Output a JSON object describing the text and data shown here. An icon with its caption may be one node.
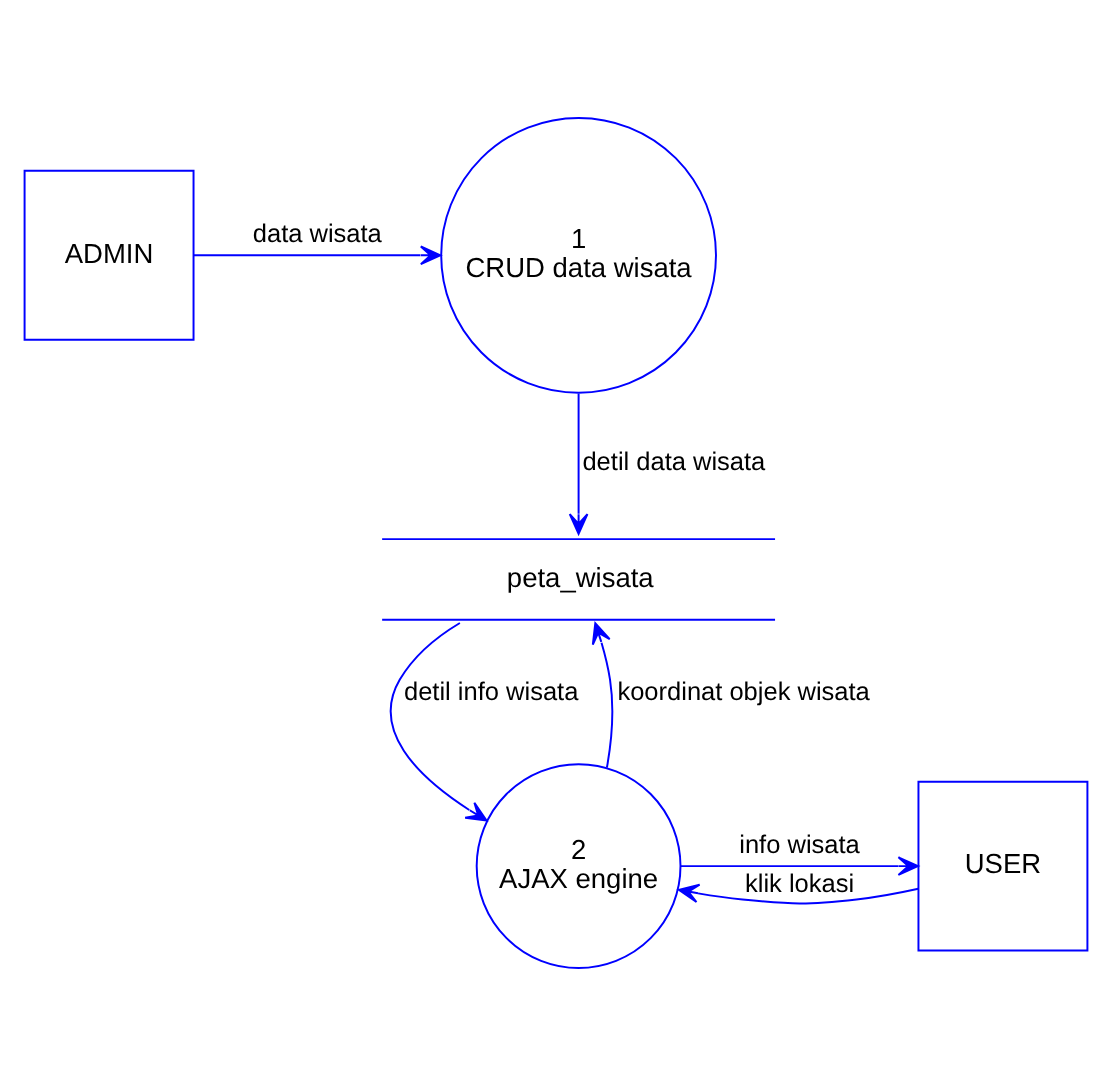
{
  "diagram": {
    "nodes": [
      {
        "text": [
          "ADMIN"
        ]
      },
      {
        "text": [
          "1",
          "CRUD data wisata"
        ]
      },
      {
        "text": [
          "peta_wisata"
        ]
      },
      {
        "text": [
          "2",
          "AJAX engine"
        ]
      },
      {
        "text": [
          "USER"
        ]
      }
    ],
    "edges": [
      {
        "from": 0,
        "to": 1,
        "arrow": "to",
        "label": "data wisata"
      },
      {
        "from": 1,
        "to": 2,
        "arrow": "to",
        "label": "detil data wisata"
      },
      {
        "from": 3,
        "to": 2,
        "arrow": "to",
        "label": "koordinat objek wisata"
      },
      {
        "from": 2,
        "to": 3,
        "arrow": "to",
        "label": "detil info wisata"
      },
      {
        "from": 4,
        "to": 3,
        "arrow": "to",
        "label": "klik lokasi"
      },
      {
        "from": 3,
        "to": 4,
        "arrow": "to",
        "label": "info wisata"
      }
    ]
  }
}
